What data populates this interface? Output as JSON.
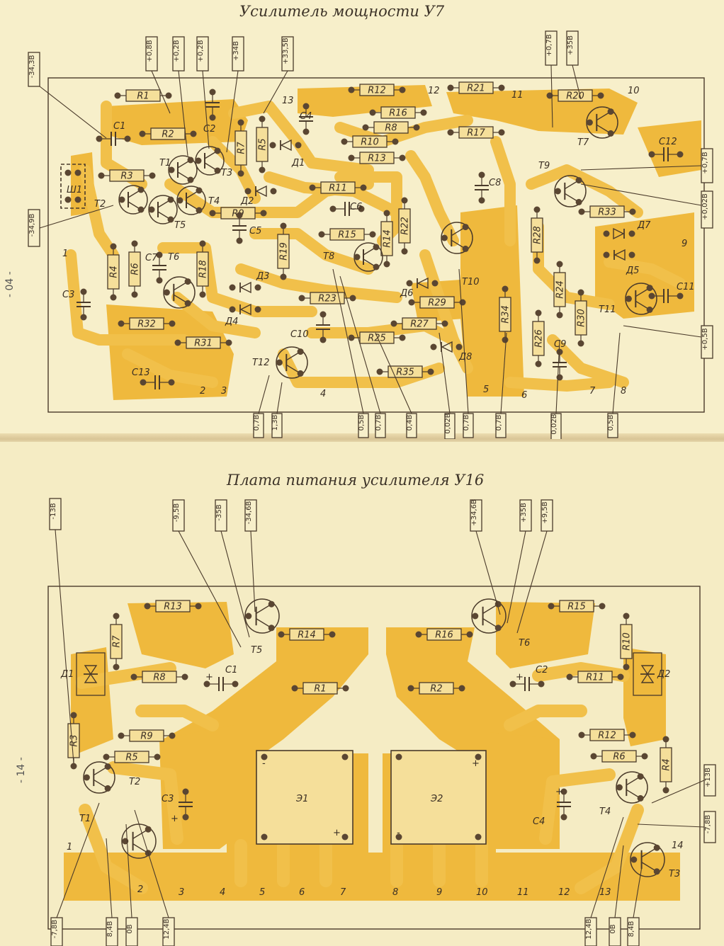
{
  "top_board": {
    "title": "Усилитель мощности У7",
    "page_number": "- 04 -",
    "voltage_tags": [
      {
        "id": "t1",
        "text": "-34,3В"
      },
      {
        "id": "t2",
        "text": "+0,8В"
      },
      {
        "id": "t3",
        "text": "+0,2В"
      },
      {
        "id": "t4",
        "text": "+0,2В"
      },
      {
        "id": "t5",
        "text": "+34В"
      },
      {
        "id": "t6",
        "text": "+33,5В"
      },
      {
        "id": "t7",
        "text": "+0,7В"
      },
      {
        "id": "t8",
        "text": "+35В"
      },
      {
        "id": "t9",
        "text": "-34,9В"
      },
      {
        "id": "t10",
        "text": "+0,7В"
      },
      {
        "id": "t11",
        "text": "+0,02В"
      },
      {
        "id": "t12",
        "text": "+0,5В"
      },
      {
        "id": "t13",
        "text": "0,7В"
      },
      {
        "id": "t14",
        "text": "1,3В"
      },
      {
        "id": "t15",
        "text": "0,5В"
      },
      {
        "id": "t16",
        "text": "0,7В"
      },
      {
        "id": "t17",
        "text": "0,4В"
      },
      {
        "id": "t18",
        "text": "0,02В"
      },
      {
        "id": "t19",
        "text": "0,7В"
      },
      {
        "id": "t20",
        "text": "0,7В"
      },
      {
        "id": "t21",
        "text": "0,02В"
      },
      {
        "id": "t22",
        "text": "0,5В"
      }
    ],
    "components": [
      {
        "id": "c1",
        "text": "R1"
      },
      {
        "id": "c2",
        "text": "C1"
      },
      {
        "id": "c3",
        "text": "R2"
      },
      {
        "id": "c4",
        "text": "C2"
      },
      {
        "id": "c5",
        "text": "T1"
      },
      {
        "id": "c6",
        "text": "T3"
      },
      {
        "id": "c7",
        "text": "R7"
      },
      {
        "id": "c8",
        "text": "R5"
      },
      {
        "id": "c9",
        "text": "Д1"
      },
      {
        "id": "c10",
        "text": "C4"
      },
      {
        "id": "c11",
        "text": "R3"
      },
      {
        "id": "c12",
        "text": "Ш1"
      },
      {
        "id": "c13",
        "text": "T2"
      },
      {
        "id": "c14",
        "text": "T4"
      },
      {
        "id": "c15",
        "text": "Д2"
      },
      {
        "id": "c16",
        "text": "R9"
      },
      {
        "id": "c17",
        "text": "T5"
      },
      {
        "id": "c18",
        "text": "C5"
      },
      {
        "id": "c19",
        "text": "R12"
      },
      {
        "id": "c20",
        "text": "R16"
      },
      {
        "id": "c21",
        "text": "R8"
      },
      {
        "id": "c22",
        "text": "R10"
      },
      {
        "id": "c23",
        "text": "R13"
      },
      {
        "id": "c24",
        "text": "R11"
      },
      {
        "id": "c25",
        "text": "C6"
      },
      {
        "id": "c26",
        "text": "R21"
      },
      {
        "id": "c27",
        "text": "R17"
      },
      {
        "id": "c28",
        "text": "R20"
      },
      {
        "id": "c29",
        "text": "T7"
      },
      {
        "id": "c30",
        "text": "C12"
      },
      {
        "id": "c31",
        "text": "T9"
      },
      {
        "id": "c32",
        "text": "C8"
      },
      {
        "id": "c33",
        "text": "R33"
      },
      {
        "id": "c34",
        "text": "Д7"
      },
      {
        "id": "c35",
        "text": "R28"
      },
      {
        "id": "c36",
        "text": "Д5"
      },
      {
        "id": "c37",
        "text": "R22"
      },
      {
        "id": "c38",
        "text": "R15"
      },
      {
        "id": "c39",
        "text": "R14"
      },
      {
        "id": "c40",
        "text": "T8"
      },
      {
        "id": "c41",
        "text": "T10"
      },
      {
        "id": "c42",
        "text": "R4"
      },
      {
        "id": "c43",
        "text": "R6"
      },
      {
        "id": "c44",
        "text": "C7"
      },
      {
        "id": "c45",
        "text": "T6"
      },
      {
        "id": "c46",
        "text": "R18"
      },
      {
        "id": "c47",
        "text": "R19"
      },
      {
        "id": "c48",
        "text": "Д3"
      },
      {
        "id": "c49",
        "text": "Д4"
      },
      {
        "id": "c50",
        "text": "C3"
      },
      {
        "id": "c51",
        "text": "R23"
      },
      {
        "id": "c52",
        "text": "Д6"
      },
      {
        "id": "c53",
        "text": "R29"
      },
      {
        "id": "c54",
        "text": "R24"
      },
      {
        "id": "c55",
        "text": "R32"
      },
      {
        "id": "c56",
        "text": "R27"
      },
      {
        "id": "c57",
        "text": "R25"
      },
      {
        "id": "c58",
        "text": "C10"
      },
      {
        "id": "c59",
        "text": "Д8"
      },
      {
        "id": "c60",
        "text": "R31"
      },
      {
        "id": "c61",
        "text": "R26"
      },
      {
        "id": "c62",
        "text": "R30"
      },
      {
        "id": "c63",
        "text": "T11"
      },
      {
        "id": "c64",
        "text": "C11"
      },
      {
        "id": "c65",
        "text": "C9"
      },
      {
        "id": "c66",
        "text": "T12"
      },
      {
        "id": "c67",
        "text": "R35"
      },
      {
        "id": "c68",
        "text": "C13"
      }
    ],
    "pins": [
      {
        "id": "p1",
        "text": "1"
      },
      {
        "id": "p2",
        "text": "2"
      },
      {
        "id": "p3",
        "text": "3"
      },
      {
        "id": "p4",
        "text": "4"
      },
      {
        "id": "p5",
        "text": "5"
      },
      {
        "id": "p6",
        "text": "6"
      },
      {
        "id": "p7",
        "text": "7"
      },
      {
        "id": "p8",
        "text": "8"
      },
      {
        "id": "p9",
        "text": "9"
      },
      {
        "id": "p10",
        "text": "10"
      },
      {
        "id": "p11",
        "text": "11"
      },
      {
        "id": "p12",
        "text": "12"
      },
      {
        "id": "p13",
        "text": "13"
      }
    ]
  },
  "bottom_board": {
    "title": "Плата питания усилителя У16",
    "page_number": "- 14 -",
    "voltage_tags": [
      {
        "id": "b1",
        "text": "-13В"
      },
      {
        "id": "b2",
        "text": "-9,5В"
      },
      {
        "id": "b3",
        "text": "-35В"
      },
      {
        "id": "b4",
        "text": "-34,6В"
      },
      {
        "id": "b5",
        "text": "+34,6В"
      },
      {
        "id": "b6",
        "text": "+35В"
      },
      {
        "id": "b7",
        "text": "+9,5В"
      },
      {
        "id": "b8",
        "text": "+13В"
      },
      {
        "id": "b9",
        "text": "-7,8В"
      },
      {
        "id": "b10",
        "text": "-7,8В"
      },
      {
        "id": "b11",
        "text": "8,4В"
      },
      {
        "id": "b12",
        "text": "0В"
      },
      {
        "id": "b13",
        "text": "12,4В"
      },
      {
        "id": "b14",
        "text": "12,4В"
      },
      {
        "id": "b15",
        "text": "0В"
      },
      {
        "id": "b16",
        "text": "8,4В"
      }
    ],
    "components": [
      {
        "id": "d1",
        "text": "R13"
      },
      {
        "id": "d2",
        "text": "T5"
      },
      {
        "id": "d3",
        "text": "R14"
      },
      {
        "id": "d4",
        "text": "R16"
      },
      {
        "id": "d5",
        "text": "T6"
      },
      {
        "id": "d6",
        "text": "R15"
      },
      {
        "id": "d7",
        "text": "R7"
      },
      {
        "id": "d8",
        "text": "R10"
      },
      {
        "id": "d9",
        "text": "Д1"
      },
      {
        "id": "d10",
        "text": "R8"
      },
      {
        "id": "d11",
        "text": "C1"
      },
      {
        "id": "d12",
        "text": "R1"
      },
      {
        "id": "d13",
        "text": "R2"
      },
      {
        "id": "d14",
        "text": "C2"
      },
      {
        "id": "d15",
        "text": "R11"
      },
      {
        "id": "d16",
        "text": "Д2"
      },
      {
        "id": "d17",
        "text": "R3"
      },
      {
        "id": "d18",
        "text": "R9"
      },
      {
        "id": "d19",
        "text": "R12"
      },
      {
        "id": "d20",
        "text": "R5"
      },
      {
        "id": "d21",
        "text": "R6"
      },
      {
        "id": "d22",
        "text": "R4"
      },
      {
        "id": "d23",
        "text": "T2"
      },
      {
        "id": "d24",
        "text": "Э1"
      },
      {
        "id": "d25",
        "text": "Э2"
      },
      {
        "id": "d26",
        "text": "C3"
      },
      {
        "id": "d27",
        "text": "C4"
      },
      {
        "id": "d28",
        "text": "T4"
      },
      {
        "id": "d29",
        "text": "T1"
      },
      {
        "id": "d30",
        "text": "T3"
      }
    ],
    "pins": [
      {
        "id": "q1",
        "text": "1"
      },
      {
        "id": "q2",
        "text": "2"
      },
      {
        "id": "q3",
        "text": "3"
      },
      {
        "id": "q4",
        "text": "4"
      },
      {
        "id": "q5",
        "text": "5"
      },
      {
        "id": "q6",
        "text": "6"
      },
      {
        "id": "q7",
        "text": "7"
      },
      {
        "id": "q8",
        "text": "8"
      },
      {
        "id": "q9",
        "text": "9"
      },
      {
        "id": "q10",
        "text": "10"
      },
      {
        "id": "q11",
        "text": "11"
      },
      {
        "id": "q12",
        "text": "12"
      },
      {
        "id": "q13",
        "text": "13"
      },
      {
        "id": "q14",
        "text": "14"
      }
    ],
    "polarity_marks": [
      {
        "id": "m1",
        "text": "+"
      },
      {
        "id": "m2",
        "text": "-"
      },
      {
        "id": "m3",
        "text": "+"
      },
      {
        "id": "m4",
        "text": "-"
      },
      {
        "id": "m5",
        "text": "+"
      },
      {
        "id": "m6",
        "text": "+"
      },
      {
        "id": "m7",
        "text": "+"
      },
      {
        "id": "m8",
        "text": "+"
      }
    ]
  }
}
